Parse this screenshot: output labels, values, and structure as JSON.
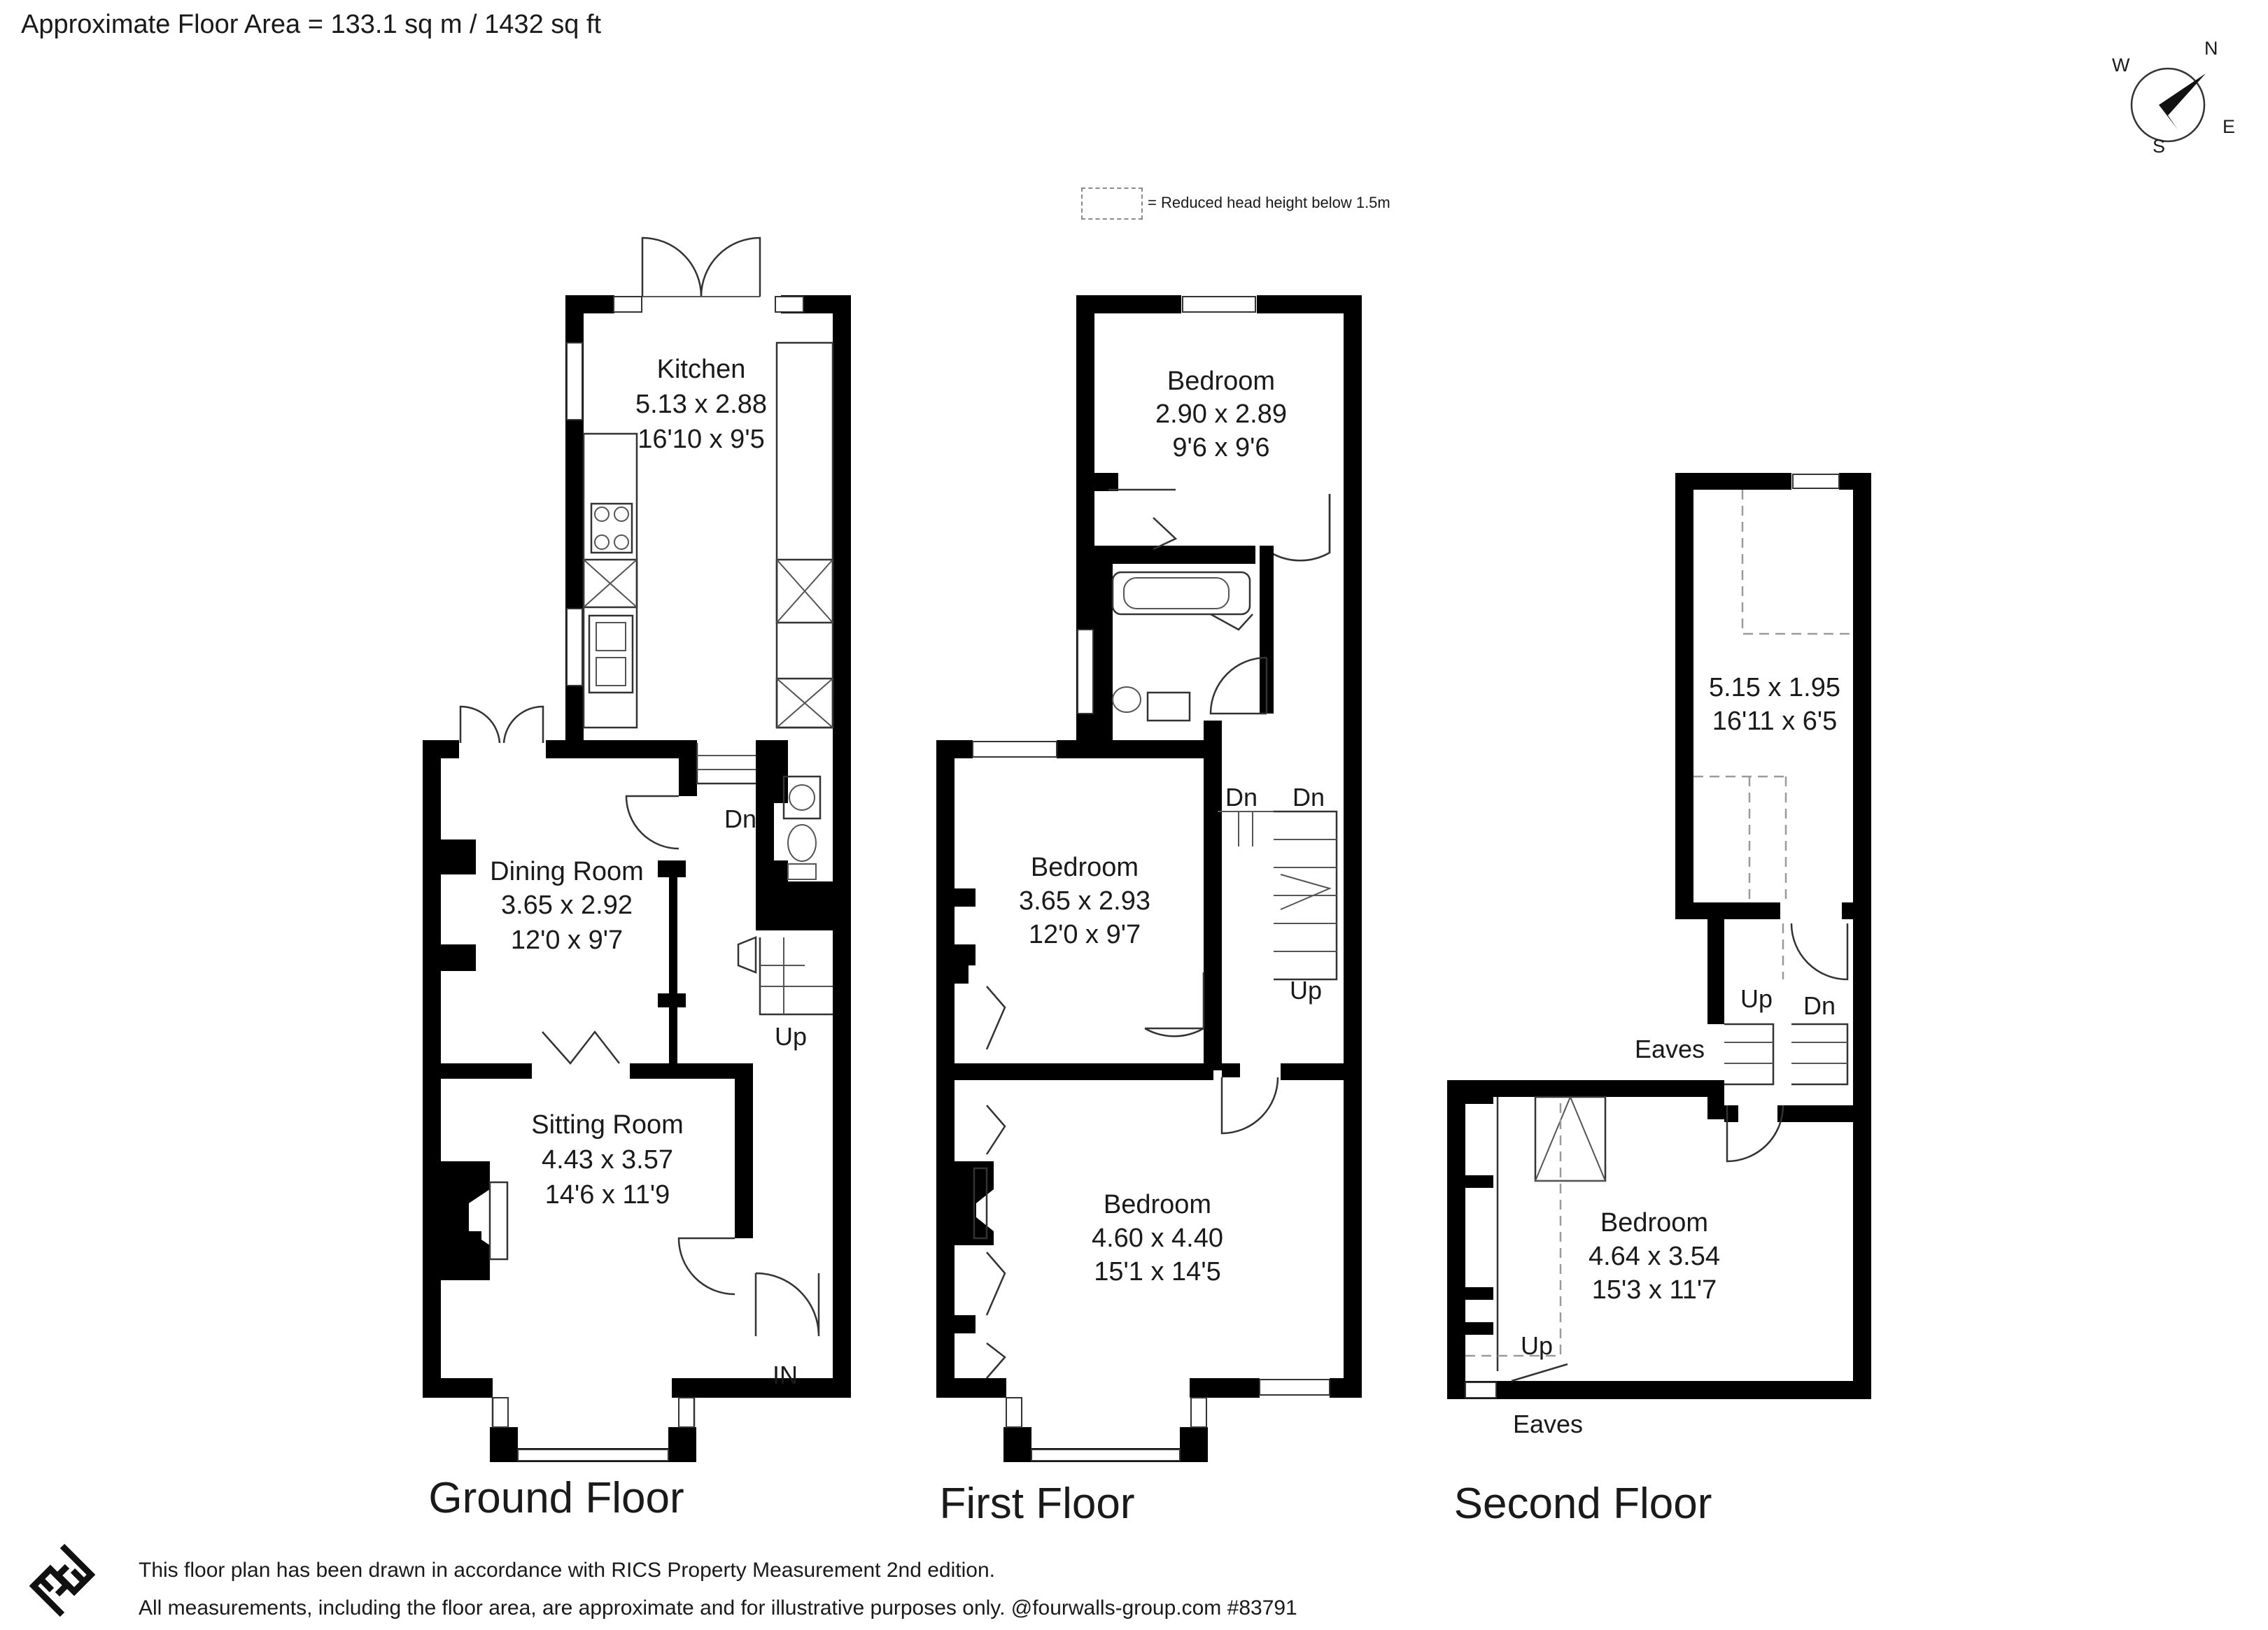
{
  "header": {
    "floor_area": "Approximate Floor Area = 133.1 sq m / 1432 sq ft",
    "legend_text": "= Reduced head height below 1.5m"
  },
  "compass": {
    "n": "N",
    "e": "E",
    "s": "S",
    "w": "W"
  },
  "ground_floor": {
    "title": "Ground Floor",
    "kitchen": {
      "name": "Kitchen",
      "metric": "5.13 x 2.88",
      "imperial": "16'10 x 9'5"
    },
    "dining": {
      "name": "Dining Room",
      "metric": "3.65 x 2.92",
      "imperial": "12'0 x 9'7"
    },
    "sitting": {
      "name": "Sitting Room",
      "metric": "4.43 x 3.57",
      "imperial": "14'6 x 11'9"
    },
    "labels": {
      "dn": "Dn",
      "up": "Up",
      "in": "IN"
    }
  },
  "first_floor": {
    "title": "First Floor",
    "bedroom_rear": {
      "name": "Bedroom",
      "metric": "2.90 x 2.89",
      "imperial": "9'6 x 9'6"
    },
    "bedroom_mid": {
      "name": "Bedroom",
      "metric": "3.65 x 2.93",
      "imperial": "12'0 x 9'7"
    },
    "bedroom_front": {
      "name": "Bedroom",
      "metric": "4.60 x 4.40",
      "imperial": "15'1 x 14'5"
    },
    "labels": {
      "dn1": "Dn",
      "dn2": "Dn",
      "up": "Up"
    }
  },
  "second_floor": {
    "title": "Second Floor",
    "room_upper": {
      "metric": "5.15 x 1.95",
      "imperial": "16'11 x 6'5"
    },
    "bedroom": {
      "name": "Bedroom",
      "metric": "4.64 x 3.54",
      "imperial": "15'3 x 11'7"
    },
    "labels": {
      "up1": "Up",
      "dn": "Dn",
      "eaves1": "Eaves",
      "up2": "Up",
      "eaves2": "Eaves"
    }
  },
  "footer": {
    "note1": "This floor plan has been drawn in accordance with RICS Property Measurement 2nd edition.",
    "note2": "All measurements, including the floor area, are approximate and for illustrative purposes only. @fourwalls-group.com #83791"
  }
}
